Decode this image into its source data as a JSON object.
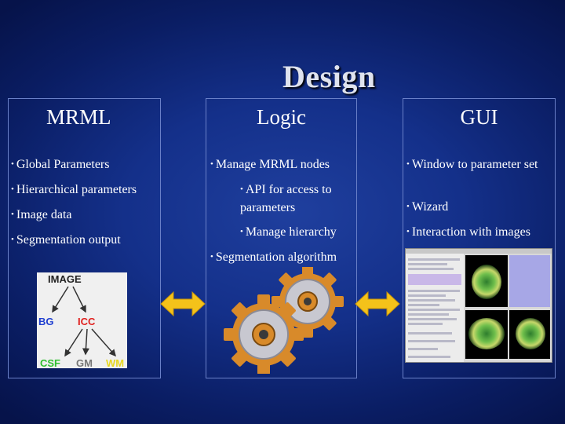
{
  "title": "Design",
  "panels": {
    "mrml": {
      "heading": "MRML",
      "bullets": [
        "Global Parameters",
        "Hierarchical parameters",
        "Image data",
        "Segmentation output"
      ],
      "tree": {
        "root": "IMAGE",
        "level1": [
          "BG",
          "ICC"
        ],
        "level2": [
          "CSF",
          "GM",
          "WM"
        ],
        "colors": {
          "IMAGE": "#222222",
          "BG": "#1f3fd0",
          "ICC": "#e0201e",
          "CSF": "#2fbf2f",
          "GM": "#777777",
          "WM": "#f0e020"
        }
      }
    },
    "logic": {
      "heading": "Logic",
      "bullets": [
        "Manage MRML nodes",
        "API for access to parameters",
        "Manage hierarchy",
        "Segmentation algorithm"
      ]
    },
    "gui": {
      "heading": "GUI",
      "bullets": [
        "Window to parameter set",
        "Wizard",
        "Interaction with images"
      ]
    }
  },
  "colors": {
    "arrow": "#f4c21a",
    "gear": "#d88a2a",
    "gear_inner": "#c8c8d0"
  }
}
